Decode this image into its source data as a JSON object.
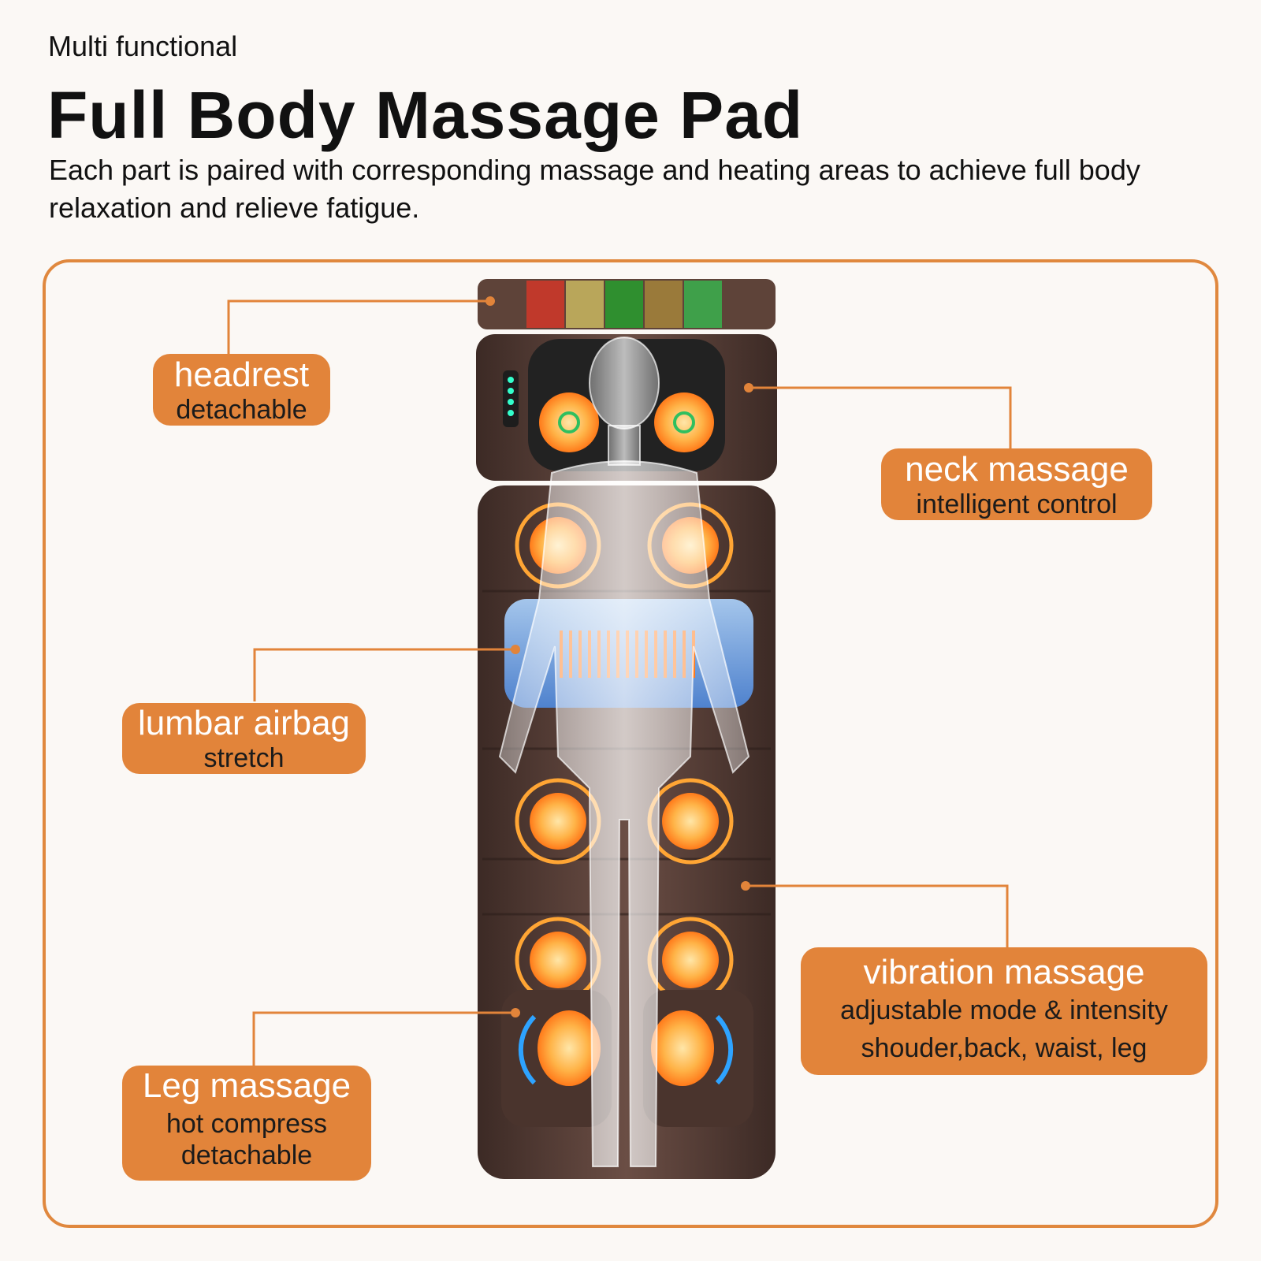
{
  "header": {
    "eyebrow": "Multi functional",
    "title": "Full Body Massage Pad",
    "description": "Each part is paired with corresponding massage and heating areas to achieve full body relaxation and relieve fatigue."
  },
  "callouts": {
    "headrest": {
      "main": "headrest",
      "sub": "detachable"
    },
    "neck": {
      "main": "neck massage",
      "sub": "intelligent control"
    },
    "lumbar": {
      "main": "lumbar airbag",
      "sub": "stretch"
    },
    "vibration": {
      "main": "vibration massage",
      "sub1": "adjustable mode & intensity",
      "sub2": "shouder,back, waist, leg"
    },
    "leg": {
      "main": "Leg massage",
      "sub1": "hot compress",
      "sub2": "detachable"
    }
  },
  "colors": {
    "accent": "#e2843a",
    "pad": "#5a4038",
    "airbag": "#6aa6e8",
    "heat": "#ff8a1f"
  }
}
